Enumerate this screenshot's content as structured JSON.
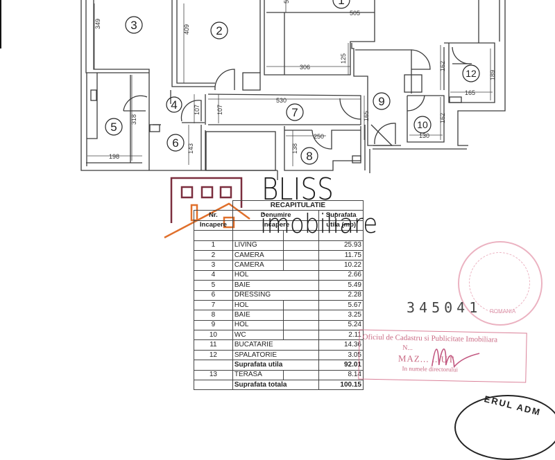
{
  "document": {
    "type": "floor-plan",
    "rooms_labels": [
      "1",
      "2",
      "3",
      "4",
      "5",
      "6",
      "7",
      "8",
      "9",
      "10",
      "12"
    ],
    "dimensions": {
      "room3_height": "349",
      "room2_height": "409",
      "room1_width": "505",
      "room1_lower_width": "306",
      "room1_step": "125",
      "room1_top_partial": "5",
      "hall7_length": "530",
      "hall4_width": "107",
      "hall7_width": "107",
      "bath5_height": "318",
      "bath5_width": "198",
      "dressing6_height": "143",
      "bath8_width": "250",
      "bath8_height": "138",
      "hall9_height": "165",
      "wc10_height": "162",
      "wc10_width": "130",
      "laundry12_side": "162",
      "laundry12_width": "165",
      "laundry12_height": "189"
    }
  },
  "logo": {
    "brand": "BLISS",
    "tagline": "imobiliare",
    "colors": {
      "frame": "#7b2e3e",
      "roof": "#e0702c"
    }
  },
  "recap_table": {
    "title": "RECAPITULATIE",
    "headers": {
      "nr": "Nr.",
      "nr2": "Incapere",
      "name": "Denumire",
      "name2": "Incapere",
      "area": "Suprafata",
      "area2": "utila (mp)"
    },
    "rows": [
      {
        "nr": "1",
        "name": "LIVING",
        "area": "25.93"
      },
      {
        "nr": "2",
        "name": "CAMERA",
        "area": "11.75"
      },
      {
        "nr": "3",
        "name": "CAMERA",
        "area": "10.22"
      },
      {
        "nr": "4",
        "name": "HOL",
        "area": "2.66"
      },
      {
        "nr": "5",
        "name": "BAIE",
        "area": "5.49"
      },
      {
        "nr": "6",
        "name": "DRESSING",
        "area": "2.28"
      },
      {
        "nr": "7",
        "name": "HOL",
        "area": "5.67"
      },
      {
        "nr": "8",
        "name": "BAIE",
        "area": "3.25"
      },
      {
        "nr": "9",
        "name": "HOL",
        "area": "5.24"
      },
      {
        "nr": "10",
        "name": "WC",
        "area": "2.11"
      },
      {
        "nr": "11",
        "name": "BUCATARIE",
        "area": "14.36"
      },
      {
        "nr": "12",
        "name": "SPALATORIE",
        "area": "3.05"
      }
    ],
    "useful_label": "Suprafata utila",
    "useful_value": "92.01",
    "terrace": {
      "nr": "13",
      "name": "TERASA",
      "area": "8.14"
    },
    "total_label": "Suprafata totala",
    "total_value": "100.15"
  },
  "stamps": {
    "serial_number": "345041",
    "rect_stamp": {
      "line1": "Oficiul de Cadastru si Publicitate Imobiliara",
      "line2": "N...",
      "line3": "MAZ... ...UT",
      "line4": "In numele directorului"
    },
    "round_stamp_label": "ROMANIA",
    "bottom_stamp_text": "ERUL ADM"
  }
}
